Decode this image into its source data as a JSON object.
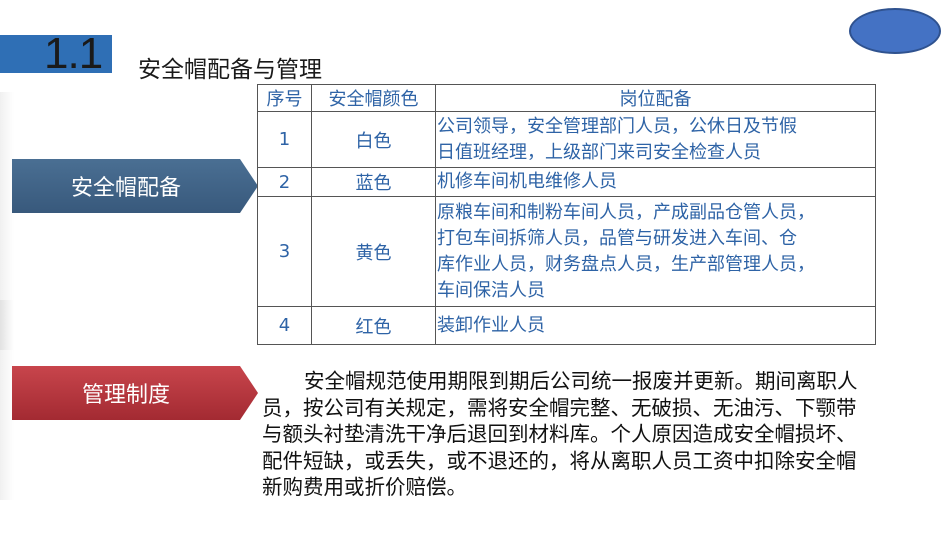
{
  "section": {
    "number": "1.1",
    "title": "安全帽配备与管理"
  },
  "tags": {
    "equipment": "安全帽配备",
    "management": "管理制度"
  },
  "table": {
    "headers": [
      "序号",
      "安全帽颜色",
      "岗位配备"
    ],
    "rows": [
      {
        "no": "1",
        "color": "白色",
        "positions": [
          "公司领导，安全管理部门人员，公休日及节假",
          "日值班经理，上级部门来司安全检查人员"
        ]
      },
      {
        "no": "2",
        "color": "蓝色",
        "positions": [
          "机修车间机电维修人员"
        ]
      },
      {
        "no": "3",
        "color": "黄色",
        "positions": [
          "原粮车间和制粉车间人员，产成副品仓管人员，",
          "打包车间拆筛人员，品管与研发进入车间、仓",
          "库作业人员，财务盘点人员，生产部管理人员，",
          "车间保洁人员"
        ]
      },
      {
        "no": "4",
        "color": "红色",
        "positions": [
          "装卸作业人员"
        ]
      }
    ]
  },
  "policy": "安全帽规范使用期限到期后公司统一报废并更新。期间离职人员，按公司有关规定，需将安全帽完整、无破损、无油污、下颚带与额头衬垫清洗干净后退回到材料库。个人原因造成安全帽损坏、配件短缺，或丢失，或不退还的，将从离职人员工资中扣除安全帽新购费用或折价赔偿。",
  "colors": {
    "accent": "#2f6fb5",
    "tag_blue": "#3f6285",
    "tag_red": "#b3333b",
    "table_text": "#2e63a6",
    "circle": "#4472c4"
  }
}
